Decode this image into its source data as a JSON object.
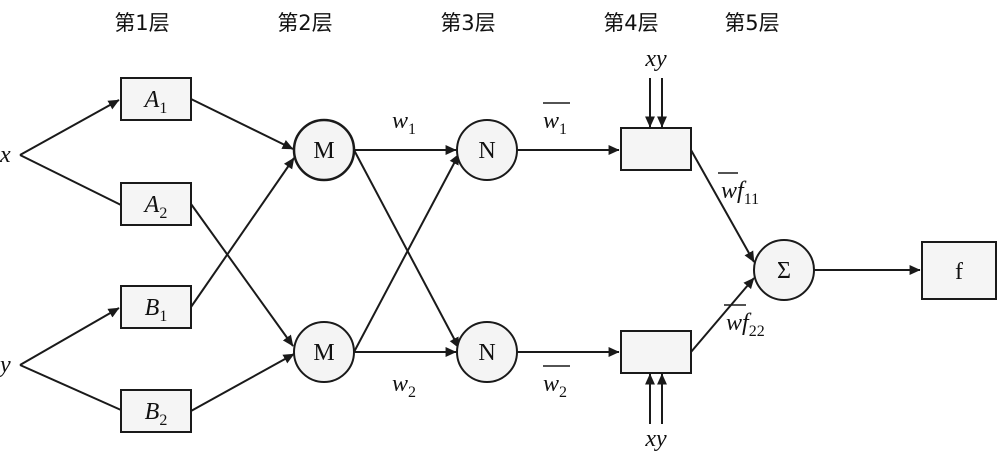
{
  "layers": [
    "第1层",
    "第2层",
    "第3层",
    "第4层",
    "第5层"
  ],
  "inputs": {
    "x": "x",
    "y": "y"
  },
  "layer1_nodes": [
    {
      "base": "A",
      "sub": "1"
    },
    {
      "base": "A",
      "sub": "2"
    },
    {
      "base": "B",
      "sub": "1"
    },
    {
      "base": "B",
      "sub": "2"
    }
  ],
  "layer2_nodes": [
    "M",
    "M"
  ],
  "layer3_nodes": [
    "N",
    "N"
  ],
  "sum_symbol": "Σ",
  "output_label": "f",
  "weights": {
    "w1": {
      "base": "w",
      "sub": "1"
    },
    "w2": {
      "base": "w",
      "sub": "2"
    },
    "wbar1": {
      "base": "w",
      "sub": "1"
    },
    "wbar2": {
      "base": "w",
      "sub": "2"
    },
    "wf11": {
      "base": "wf",
      "sub": "11"
    },
    "wf22": {
      "base": "wf",
      "sub": "22"
    }
  },
  "consequent_inputs": {
    "top": "xy",
    "bottom": "xy"
  }
}
